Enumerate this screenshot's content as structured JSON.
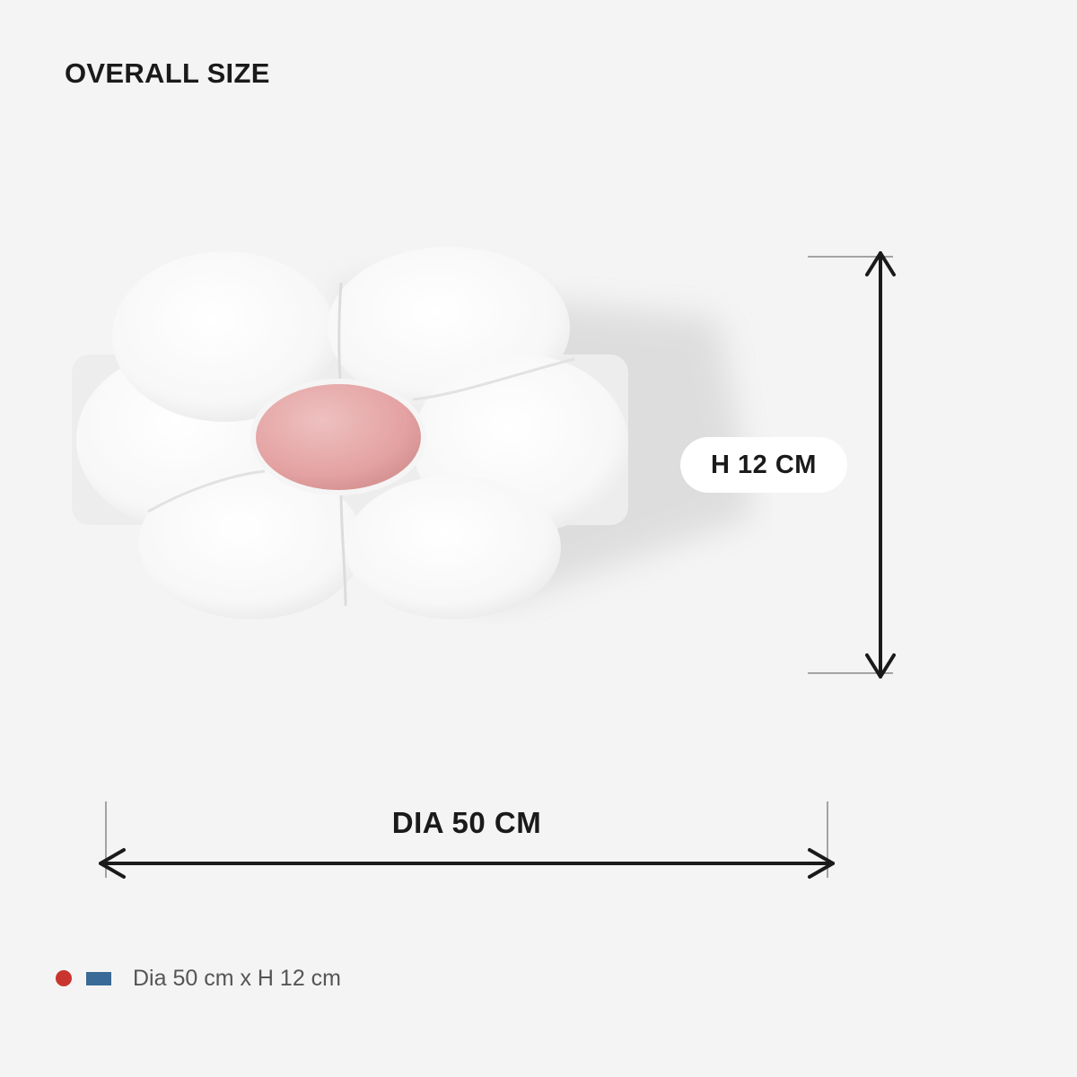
{
  "title": "OVERALL SIZE",
  "dimensions": {
    "height_label": "H 12 CM",
    "diameter_label": "DIA 50 CM"
  },
  "variant": {
    "swatches": [
      {
        "name": "red",
        "color": "#c9342f",
        "shape": "circle"
      },
      {
        "name": "blue",
        "color": "#3a6a96",
        "shape": "rectangle"
      }
    ],
    "text": "Dia 50 cm x H 12 cm"
  },
  "colors": {
    "background": "#f4f4f4",
    "petal": "#ffffff",
    "center": "#e7a7a7",
    "arrow": "#1a1a1a"
  }
}
